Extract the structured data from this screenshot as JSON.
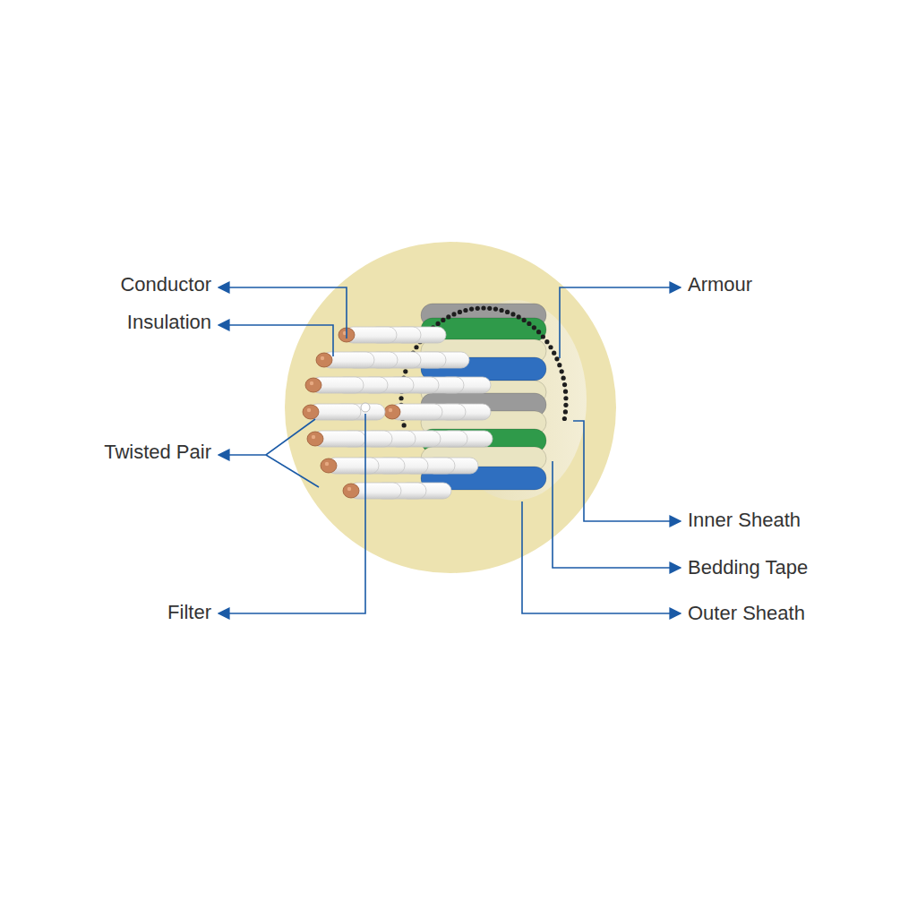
{
  "diagram": {
    "labels": [
      "Conductor",
      "Insulation",
      "Twisted Pair",
      "Filter",
      "Armour",
      "Inner Sheath",
      "Bedding Tape",
      "Outer Sheath"
    ]
  }
}
